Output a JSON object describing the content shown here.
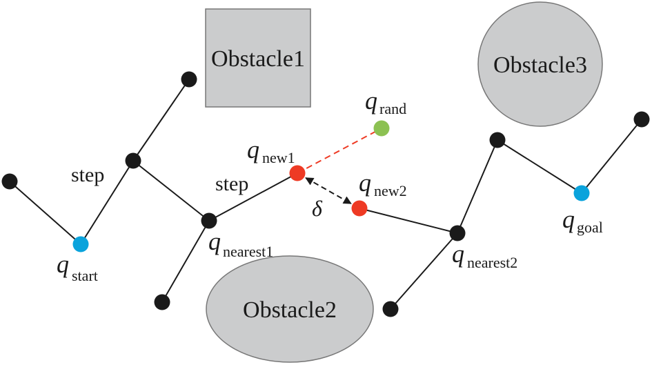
{
  "diagram": {
    "title": "RRT-Connect expansion illustration",
    "colors": {
      "edge": "#1a1a1a",
      "node": "#1a1a1a",
      "start_goal": "#0aa3dc",
      "new_node": "#ee3a24",
      "rand_node": "#8cc152",
      "obstacle_fill": "#cbcccd",
      "obstacle_stroke": "#777777",
      "rand_link": "#ee3a24"
    },
    "obstacles": [
      {
        "id": "obstacle1",
        "label": "Obstacle1",
        "shape": "rectangle"
      },
      {
        "id": "obstacle2",
        "label": "Obstacle2",
        "shape": "ellipse"
      },
      {
        "id": "obstacle3",
        "label": "Obstacle3",
        "shape": "circle"
      }
    ],
    "nodes": [
      {
        "id": "n_left",
        "kind": "tree"
      },
      {
        "id": "q_start",
        "kind": "start"
      },
      {
        "id": "n_mid",
        "kind": "tree"
      },
      {
        "id": "n_top",
        "kind": "tree"
      },
      {
        "id": "q_nearest1",
        "kind": "tree"
      },
      {
        "id": "n_bottom1",
        "kind": "tree"
      },
      {
        "id": "q_new1",
        "kind": "new"
      },
      {
        "id": "q_rand",
        "kind": "rand"
      },
      {
        "id": "q_new2",
        "kind": "new"
      },
      {
        "id": "q_nearest2",
        "kind": "tree"
      },
      {
        "id": "n_bottom2",
        "kind": "tree"
      },
      {
        "id": "n_upper2",
        "kind": "tree"
      },
      {
        "id": "q_goal",
        "kind": "goal"
      },
      {
        "id": "n_right",
        "kind": "tree"
      }
    ],
    "edges": [
      [
        "n_left",
        "q_start"
      ],
      [
        "q_start",
        "n_mid"
      ],
      [
        "n_mid",
        "n_top"
      ],
      [
        "n_mid",
        "q_nearest1"
      ],
      [
        "q_nearest1",
        "n_bottom1"
      ],
      [
        "q_nearest1",
        "q_new1"
      ],
      [
        "q_new2",
        "q_nearest2"
      ],
      [
        "q_nearest2",
        "n_bottom2"
      ],
      [
        "q_nearest2",
        "n_upper2"
      ],
      [
        "n_upper2",
        "q_goal"
      ],
      [
        "q_goal",
        "n_right"
      ]
    ],
    "dashed_links": [
      {
        "from": "q_new1",
        "to": "q_rand",
        "style": "red-dashed"
      },
      {
        "from": "q_new1",
        "to": "q_new2",
        "style": "black-dashed-double-arrow"
      }
    ],
    "labels": {
      "step_1": "step",
      "step_2": "step",
      "delta": "δ",
      "q_symbol": "q",
      "q_start_sub": "start",
      "q_goal_sub": "goal",
      "q_rand_sub": "rand",
      "q_new1_sub": "new1",
      "q_new2_sub": "new2",
      "q_nearest1_sub": "nearest1",
      "q_nearest2_sub": "nearest2"
    }
  }
}
